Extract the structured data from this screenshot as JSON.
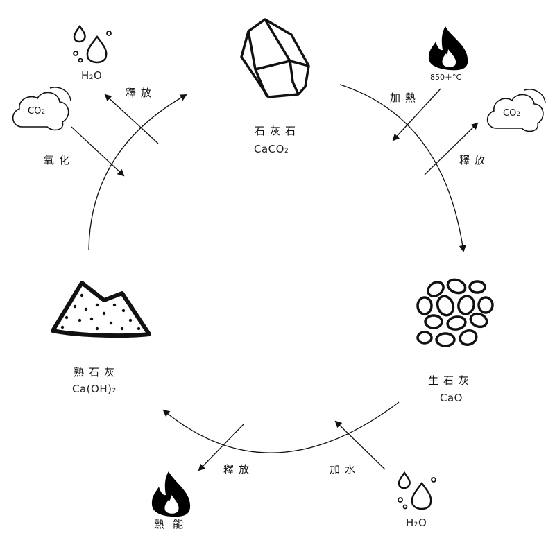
{
  "limestone": {
    "name": "石灰石",
    "formula_main": "CaCO",
    "formula_sub": "2"
  },
  "quicklime": {
    "name": "生石灰",
    "formula": "CaO"
  },
  "slakedlime": {
    "name": "熟石灰",
    "formula_main": "Ca(OH)",
    "formula_sub": "2"
  },
  "heat_step": {
    "label": "加熱",
    "temperature": "850＋°C"
  },
  "release_co2_step": {
    "label": "釋放",
    "gas_main": "CO",
    "gas_sub": "2"
  },
  "add_water_step": {
    "label": "加水",
    "water_main": "H",
    "water_sub": "2",
    "water_end": "O"
  },
  "release_heat_step": {
    "label": "釋放",
    "product": "熱能"
  },
  "oxidation_step": {
    "label": "氧化",
    "gas_main": "CO",
    "gas_sub": "2"
  },
  "release_water_step": {
    "label": "釋放",
    "water_main": "H",
    "water_sub": "2",
    "water_end": "O"
  },
  "icons": [
    "rock-icon",
    "flame-icon",
    "cloud-icon",
    "pebbles-icon",
    "water-drops-icon",
    "sand-pile-icon"
  ],
  "colors": {
    "ink": "#111111",
    "background": "#ffffff"
  }
}
